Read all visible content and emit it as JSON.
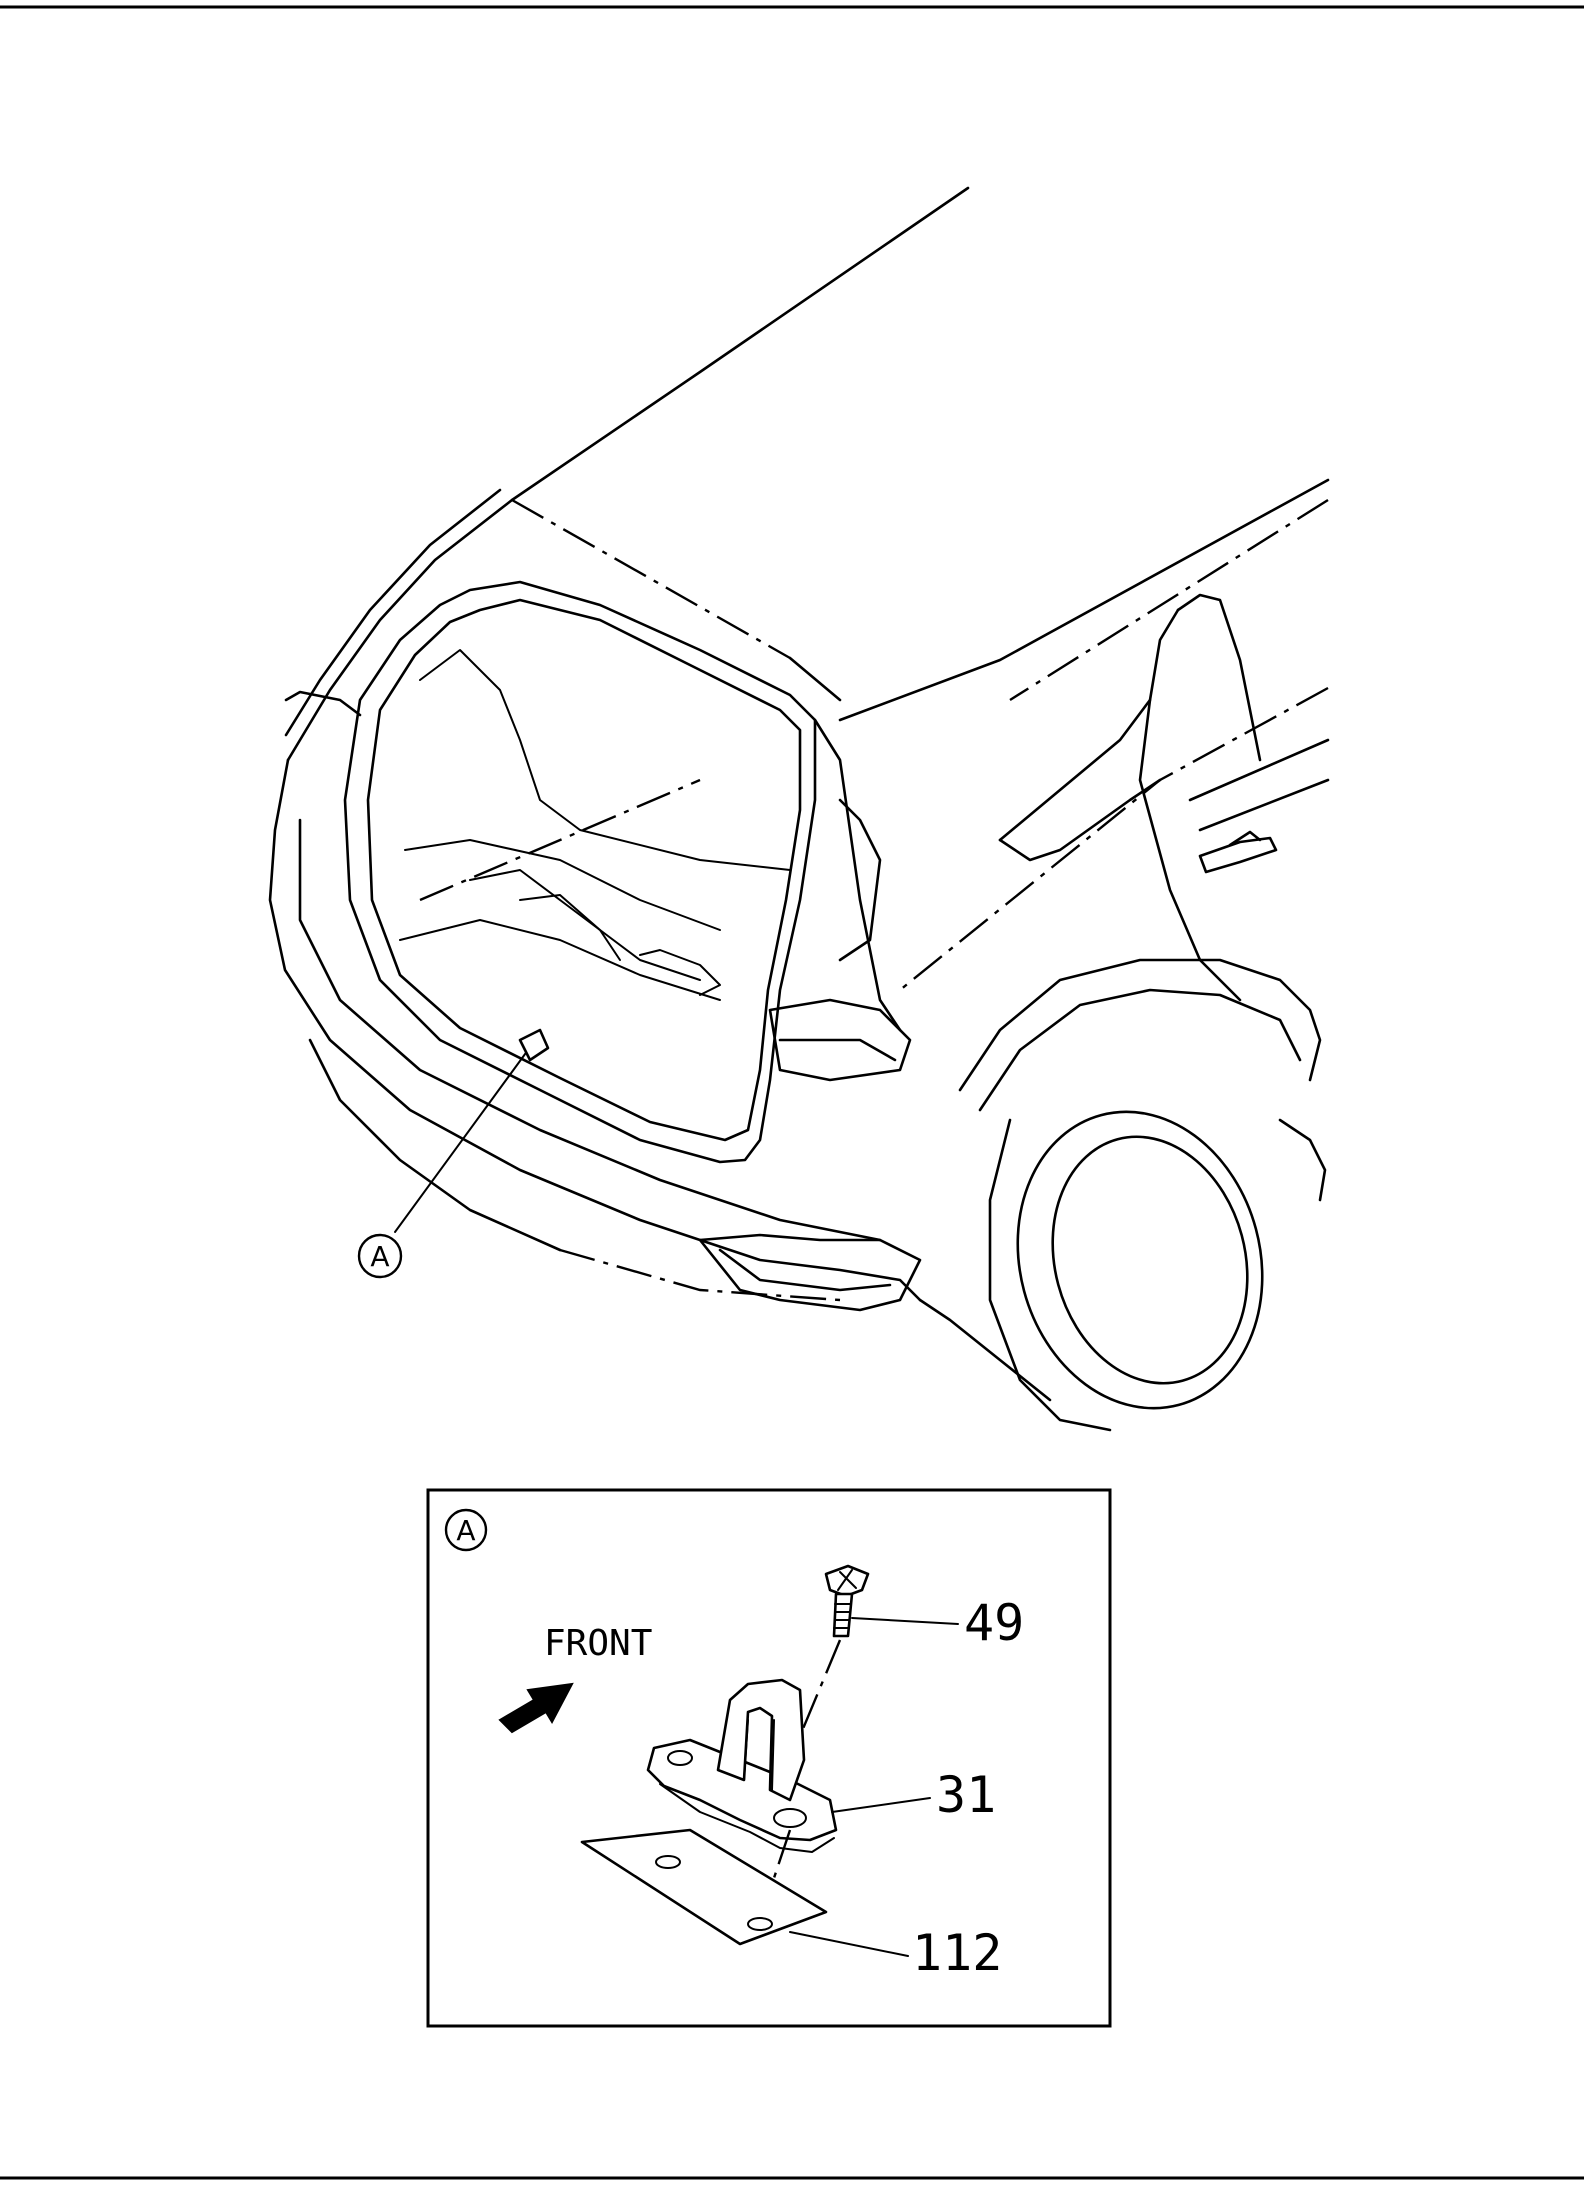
{
  "callout_letter": "A",
  "detail": {
    "callout_letter": "A",
    "front_label": "FRONT",
    "parts": [
      {
        "number": "49",
        "name": "screw"
      },
      {
        "number": "31",
        "name": "tie-down hook"
      },
      {
        "number": "112",
        "name": "plate"
      }
    ]
  }
}
